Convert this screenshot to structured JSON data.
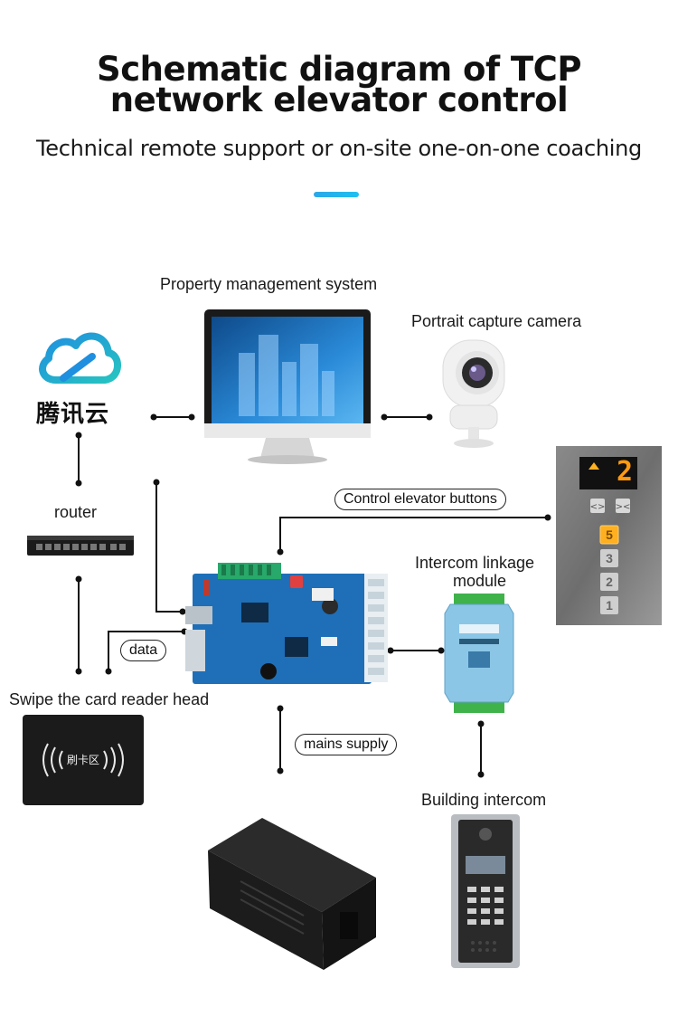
{
  "header": {
    "title_line1": "Schematic diagram of TCP",
    "title_line2": "network elevator control",
    "subtitle": "Technical remote support or on-site one-on-one coaching"
  },
  "nodes": {
    "cloud": {
      "label": "腾讯云"
    },
    "property_system": {
      "label": "Property management system"
    },
    "camera": {
      "label": "Portrait capture camera"
    },
    "router": {
      "label": "router"
    },
    "intercom_module": {
      "label_line1": "Intercom linkage",
      "label_line2": "module"
    },
    "card_reader": {
      "label": "Swipe the card reader head",
      "pad_text": "刷卡区"
    },
    "building_intercom": {
      "label": "Building intercom"
    },
    "elevator_panel": {
      "floor_display": "2",
      "buttons": [
        "5",
        "3",
        "2",
        "1"
      ]
    }
  },
  "connections": {
    "control_buttons": "Control elevator buttons",
    "data": "data",
    "mains": "mains supply"
  },
  "colors": {
    "accent": "#2aa7e8",
    "board": "#1e6fb8",
    "wire": "#111111",
    "cloud_blue": "#1f8fe0",
    "cloud_teal": "#27c4c0"
  }
}
